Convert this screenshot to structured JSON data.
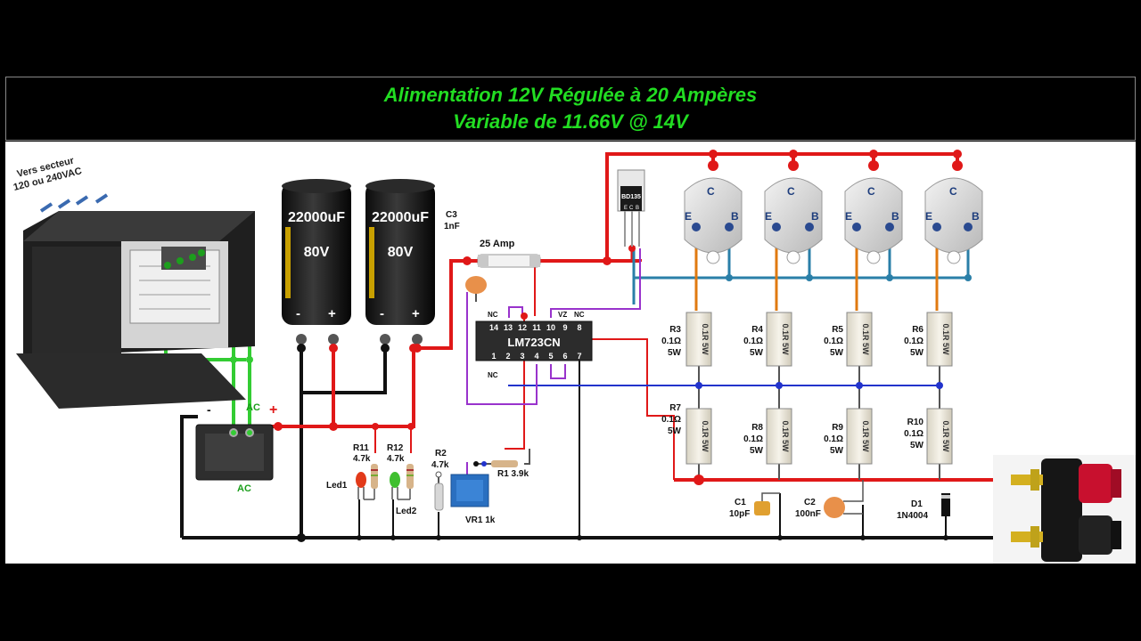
{
  "title": {
    "line1": "Alimentation 12V Régulée à 20 Ampères",
    "line2": "Variable de 11.66V @ 14V"
  },
  "transformer": {
    "label_line1": "Vers secteur",
    "label_line2": "120 ou 240VAC"
  },
  "bridge": {
    "ac_top": "AC",
    "ac_bottom": "AC",
    "minus": "-",
    "plus": "+"
  },
  "capacitors": [
    {
      "value": "22000uF",
      "voltage": "80V",
      "minus": "-",
      "plus": "+"
    },
    {
      "value": "22000uF",
      "voltage": "80V",
      "minus": "-",
      "plus": "+"
    }
  ],
  "c3": {
    "name": "C3",
    "value": "1nF"
  },
  "fuse": {
    "label": "25 Amp"
  },
  "ic": {
    "name": "LM723CN",
    "top_pins": [
      "14",
      "13",
      "12",
      "11",
      "10",
      "9",
      "8"
    ],
    "bottom_pins": [
      "1",
      "2",
      "3",
      "4",
      "5",
      "6",
      "7"
    ],
    "nc_top_left": "NC",
    "nc_top_right": "NC",
    "vz": "VZ",
    "nc_bottom": "NC",
    "minus": "-"
  },
  "driver": {
    "name": "BD135",
    "pins": [
      "E",
      "C",
      "B"
    ]
  },
  "transistors": [
    {
      "c": "C",
      "e": "E",
      "b": "B"
    },
    {
      "c": "C",
      "e": "E",
      "b": "B"
    },
    {
      "c": "C",
      "e": "E",
      "b": "B"
    },
    {
      "c": "C",
      "e": "E",
      "b": "B"
    }
  ],
  "resistors_top": [
    {
      "name": "R3",
      "value": "0.1Ω",
      "power": "5W",
      "body": "0.1R 5W"
    },
    {
      "name": "R4",
      "value": "0.1Ω",
      "power": "5W",
      "body": "0.1R 5W"
    },
    {
      "name": "R5",
      "value": "0.1Ω",
      "power": "5W",
      "body": "0.1R 5W"
    },
    {
      "name": "R6",
      "value": "0.1Ω",
      "power": "5W",
      "body": "0.1R 5W"
    }
  ],
  "resistors_bottom": [
    {
      "name": "R7",
      "value": "0.1Ω",
      "power": "5W",
      "body": "0.1R 5W"
    },
    {
      "name": "R8",
      "value": "0.1Ω",
      "power": "5W",
      "body": "0.1R 5W"
    },
    {
      "name": "R9",
      "value": "0.1Ω",
      "power": "5W",
      "body": "0.1R 5W"
    },
    {
      "name": "R10",
      "value": "0.1Ω",
      "power": "5W",
      "body": "0.1R 5W"
    }
  ],
  "small_parts": {
    "r11_name": "R11",
    "r11_value": "4.7k",
    "r12_name": "R12",
    "r12_value": "4.7k",
    "led1": "Led1",
    "led2": "Led2",
    "r2_name": "R2",
    "r2_value": "4.7k",
    "r1": "R1  3.9k",
    "vr1": "VR1  1k",
    "c1_name": "C1",
    "c1_value": "10pF",
    "c2_name": "C2",
    "c2_value": "100nF",
    "d1_name": "D1",
    "d1_value": "1N4004"
  },
  "colors": {
    "title_text": "#22dd22",
    "wire_positive": "#e01818",
    "wire_ground": "#111111",
    "wire_ac": "#33cc33",
    "wire_base": "#2a7fa8",
    "wire_emitter": "#e07a10",
    "wire_blue": "#2233cc",
    "wire_purple": "#9933cc"
  }
}
